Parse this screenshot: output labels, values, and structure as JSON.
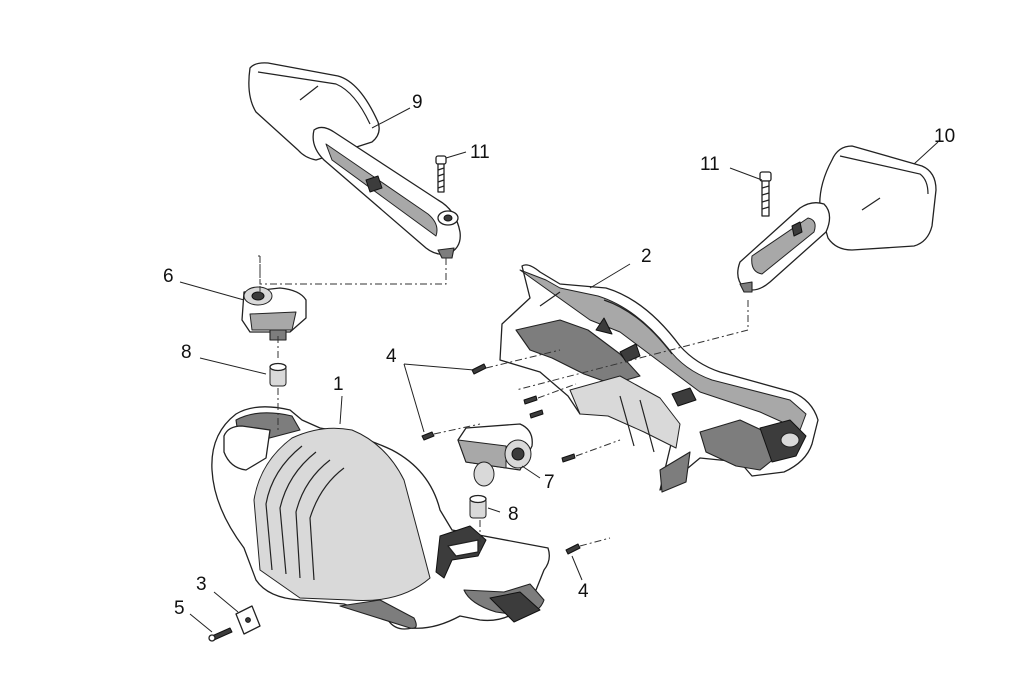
{
  "diagram": {
    "callouts": [
      {
        "id": "1",
        "text": "1"
      },
      {
        "id": "2",
        "text": "2"
      },
      {
        "id": "3",
        "text": "3"
      },
      {
        "id": "4a",
        "text": "4"
      },
      {
        "id": "4b",
        "text": "4"
      },
      {
        "id": "5",
        "text": "5"
      },
      {
        "id": "6",
        "text": "6"
      },
      {
        "id": "7",
        "text": "7"
      },
      {
        "id": "8a",
        "text": "8"
      },
      {
        "id": "8b",
        "text": "8"
      },
      {
        "id": "9",
        "text": "9"
      },
      {
        "id": "10",
        "text": "10"
      },
      {
        "id": "11a",
        "text": "11"
      },
      {
        "id": "11b",
        "text": "11"
      }
    ]
  }
}
